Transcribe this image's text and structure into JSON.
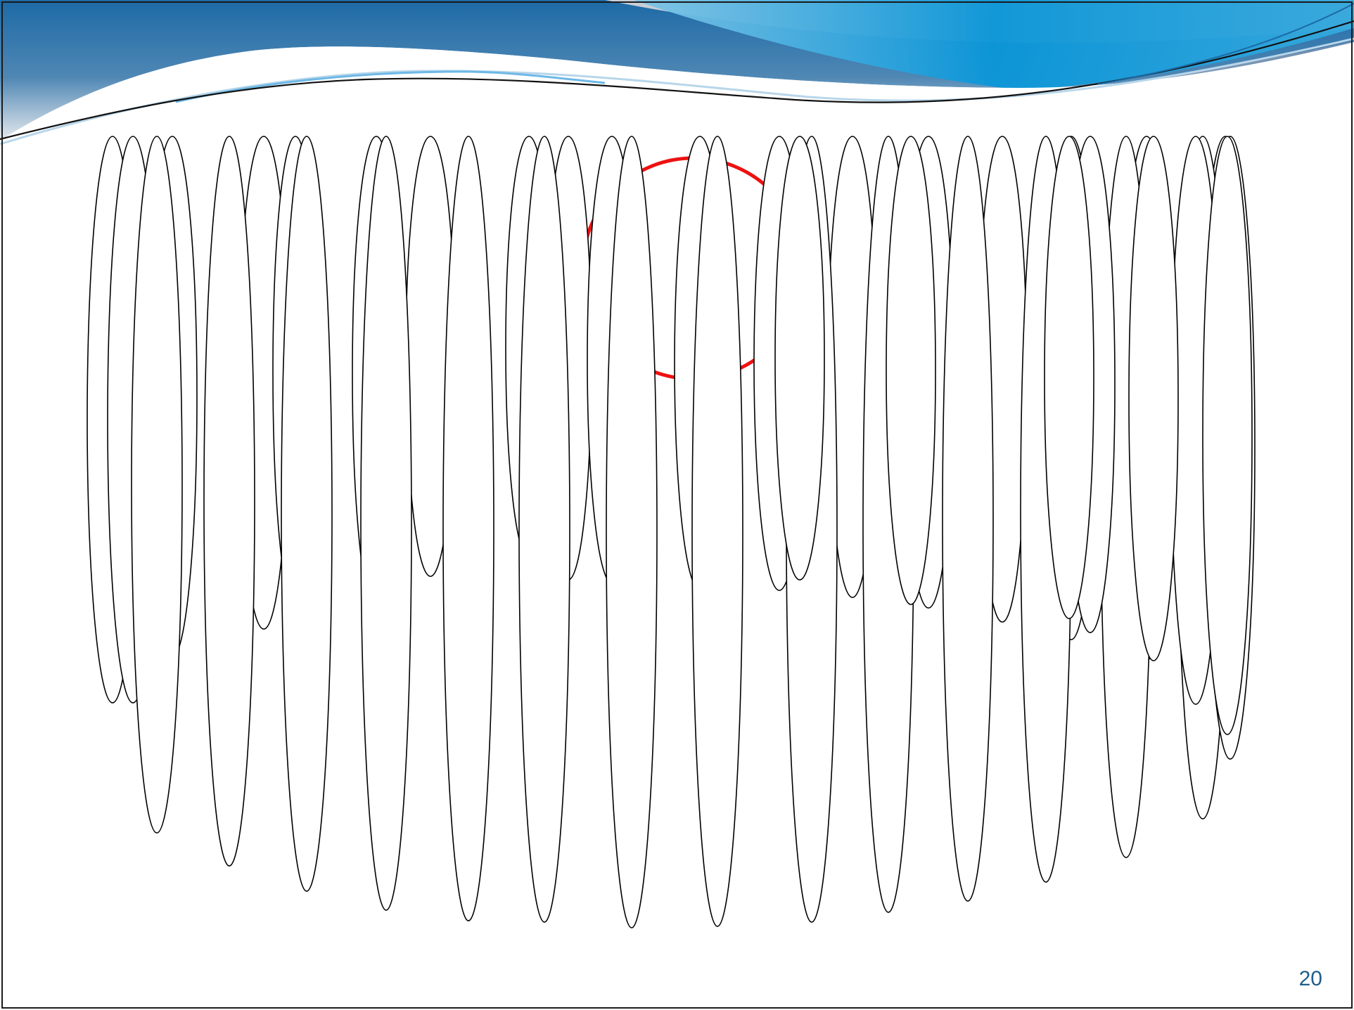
{
  "slide": {
    "page_number": "20",
    "colors": {
      "background": "#ffffff",
      "header_dark_blue": "#1d6aa6",
      "header_bright_blue": "#0a96d8",
      "header_gray": "#b4bcc6",
      "ellipse_stroke": "#000000",
      "ellipse_fill": "#ffffff",
      "highlight_circle": "#ee1111",
      "page_number": "#1f5f8b"
    },
    "diagram": {
      "description_icon": "overlapping-ellipses",
      "ellipse_count": 40,
      "highlight_count": 1
    }
  }
}
